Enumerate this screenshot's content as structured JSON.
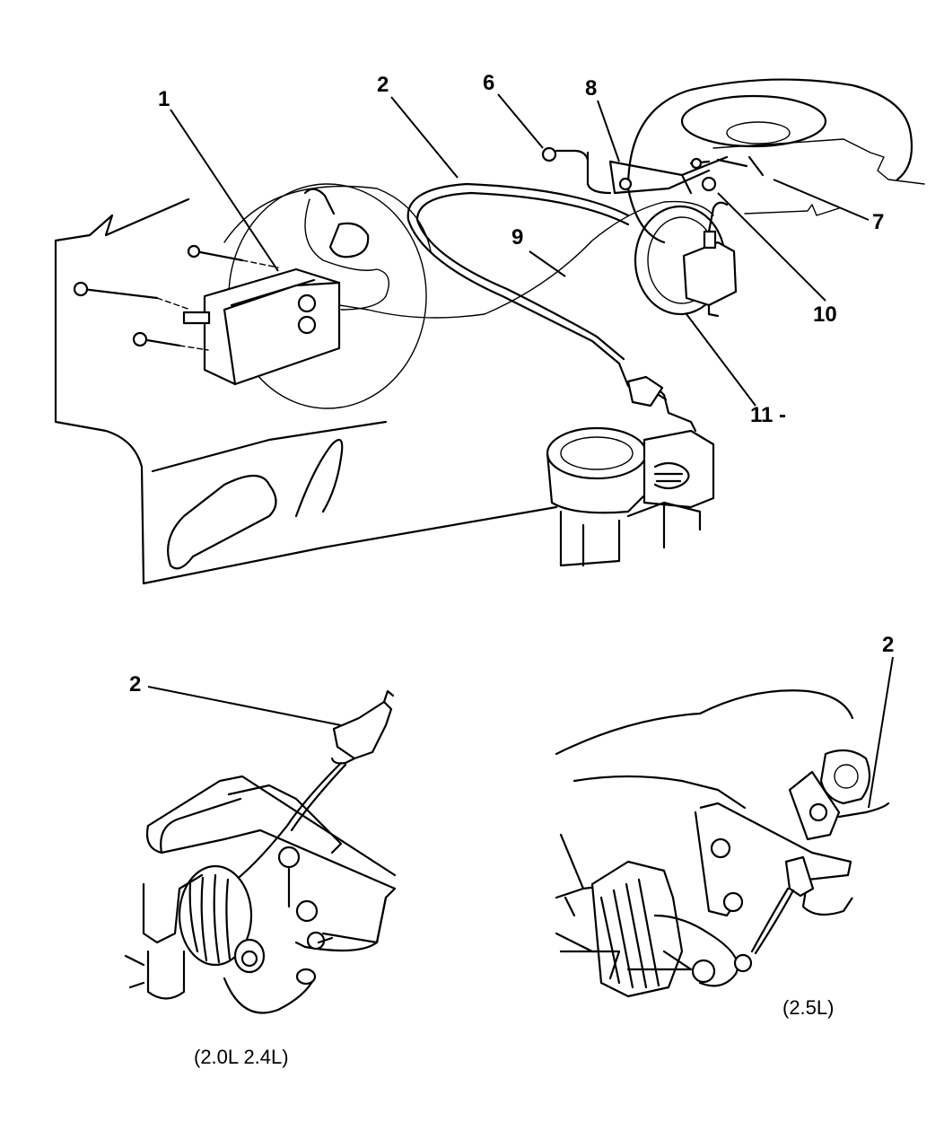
{
  "callouts": {
    "c1": "1",
    "c2_top": "2",
    "c6": "6",
    "c8": "8",
    "c9": "9",
    "c7": "7",
    "c10": "10",
    "c11": "11 -",
    "c2_left": "2",
    "c2_right": "2"
  },
  "captions": {
    "left_engine": "(2.0L  2.4L)",
    "right_engine": "(2.5L)"
  }
}
